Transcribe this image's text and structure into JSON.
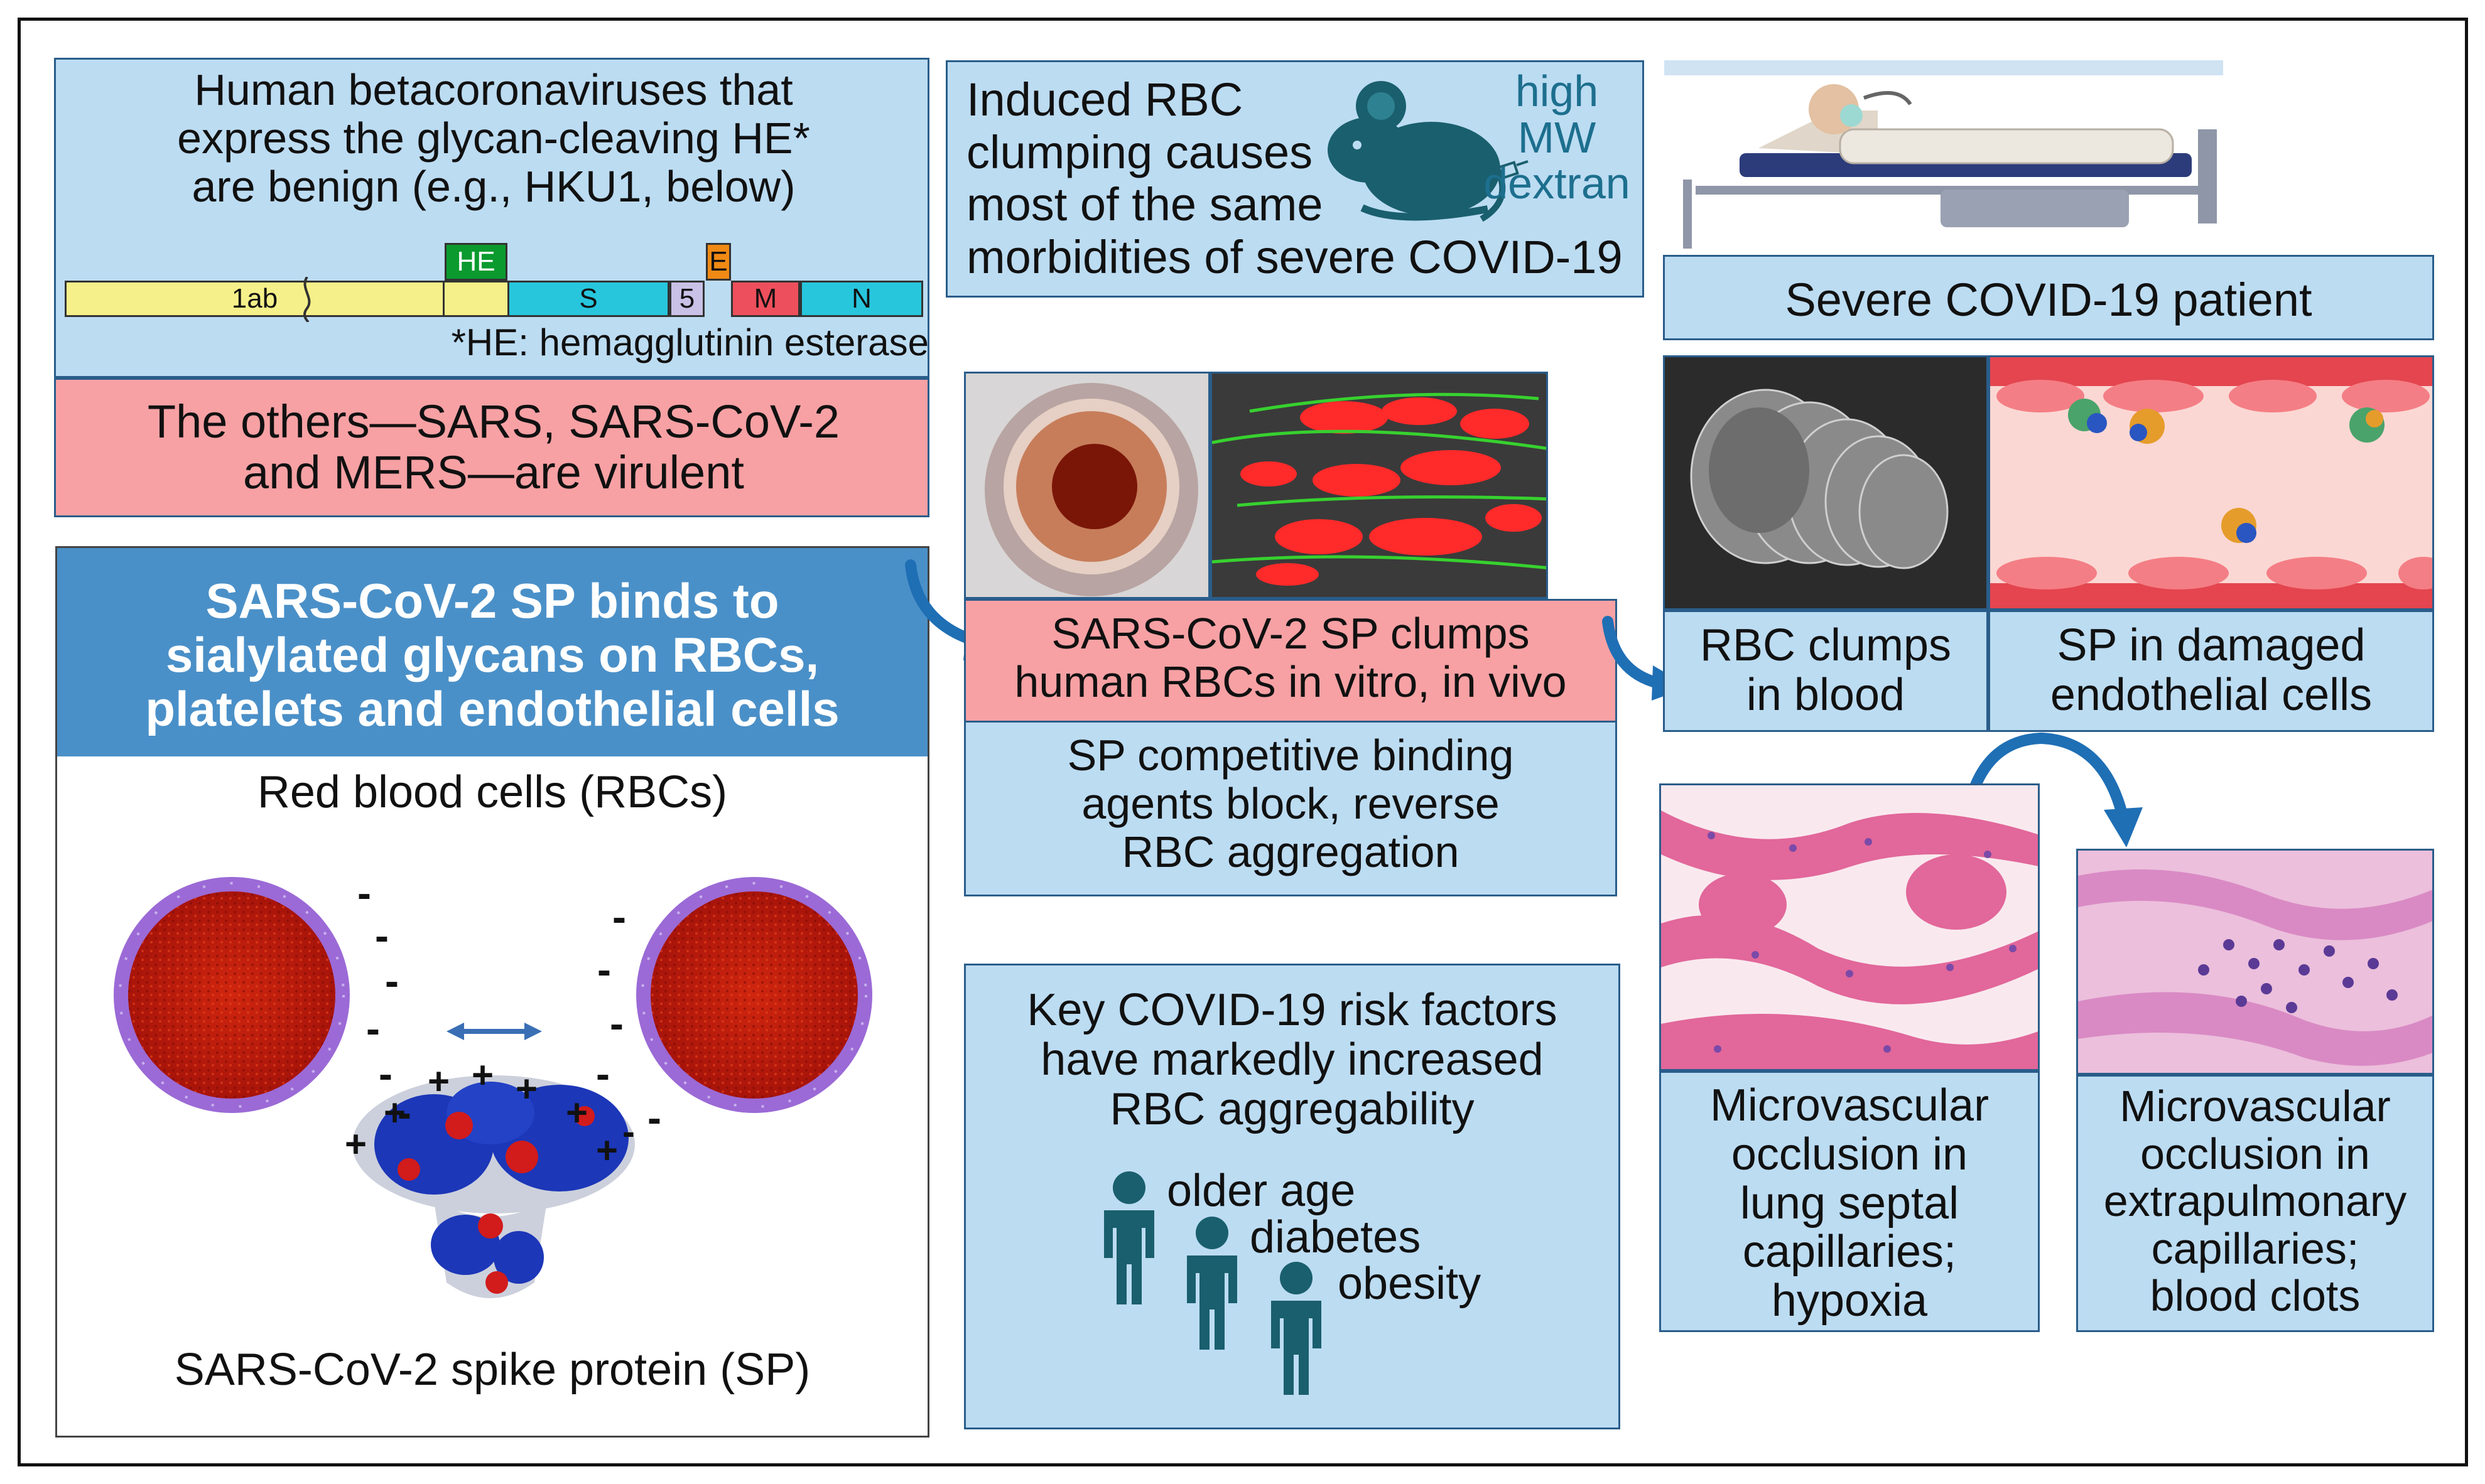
{
  "hku1_panel": {
    "text": "Human betacoronaviruses that express the glycan-cleaving HE* are benign (e.g., HKU1, below)",
    "line1": "Human betacoronaviruses that",
    "line2": "express the glycan-cleaving HE*",
    "line3": "are benign (e.g., HKU1, below)",
    "genome": {
      "orf1": "1ab",
      "he": "HE",
      "s": "S",
      "five": "5",
      "e": "E",
      "m": "M",
      "n": "N"
    },
    "footnote": "*HE: hemagglutinin esterase"
  },
  "virulent_panel": {
    "line1": "The others—SARS, SARS-CoV-2",
    "line2": "and MERS—are virulent"
  },
  "sp_binds_panel": {
    "title_line1": "SARS-CoV-2 SP binds to",
    "title_line2": "sialylated glycans on RBCs,",
    "title_line3": "platelets and endothelial cells",
    "rbc_label": "Red blood cells (RBCs)",
    "spike_label": "SARS-CoV-2 spike protein (SP)",
    "charge_minus": "-",
    "charge_plus": "+"
  },
  "mouse_panel": {
    "line1": "Induced RBC",
    "line2": "clumping causes",
    "line3": "most of the same",
    "line4": "morbidities of severe COVID-19",
    "tag1": "high",
    "tag2": "MW",
    "tag3": "dextran"
  },
  "clump_panel": {
    "line1": "SARS-CoV-2 SP clumps",
    "line2": "human RBCs in vitro, in vivo"
  },
  "block_panel": {
    "line1": "SP competitive binding",
    "line2": "agents block, reverse",
    "line3": "RBC aggregation"
  },
  "risk_panel": {
    "line1": "Key COVID-19 risk factors",
    "line2": "have markedly increased",
    "line3": "RBC aggregability",
    "factors": [
      "older age",
      "diabetes",
      "obesity"
    ]
  },
  "patient_panel": {
    "label": "Severe COVID-19 patient"
  },
  "rbc_clumps_panel": {
    "line1": "RBC clumps",
    "line2": "in blood"
  },
  "sp_endo_panel": {
    "line1": "SP in damaged",
    "line2": "endothelial cells"
  },
  "lung_panel": {
    "line1": "Microvascular",
    "line2": "occlusion in",
    "line3": "lung septal",
    "line4": "capillaries;",
    "line5": "hypoxia"
  },
  "extra_panel": {
    "line1": "Microvascular",
    "line2": "occlusion in",
    "line3": "extrapulmonary",
    "line4": "capillaries;",
    "line5": "blood clots"
  },
  "colors": {
    "light_blue": "#bcdcf2",
    "pink": "#f7a1a4",
    "header_blue": "#4a90c8",
    "arrow_blue": "#1f6fb5",
    "mouse_teal": "#1a5f6e",
    "rbc_red": "#c41a0c",
    "membrane_purple": "#8e5cc8"
  }
}
